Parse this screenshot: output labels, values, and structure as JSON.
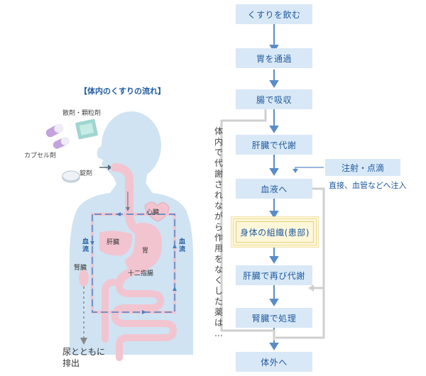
{
  "figure_title": "【体内のくすりの流れ】",
  "drug_labels": {
    "powder": "散剤・顆粒剤",
    "capsule": "カプセル剤",
    "tablet": "錠剤"
  },
  "organ_labels": {
    "heart": "心臓",
    "liver": "肝臓",
    "stomach": "胃",
    "duodenum": "十二指腸",
    "kidney": "腎臓"
  },
  "blood_flow_left": [
    "血",
    "流"
  ],
  "blood_flow_right": [
    "血",
    "流"
  ],
  "excretion_line1": "尿とともに",
  "excretion_line2": "排出",
  "flow_steps": [
    "くすりを飲む",
    "胃を通過",
    "腸で吸収",
    "肝臓で代謝",
    "血液へ",
    "身体の組織(患部)",
    "肝臓で再び代謝",
    "腎臓で処理",
    "体外へ"
  ],
  "side_vertical_text": [
    "体",
    "内",
    "で",
    "代",
    "謝",
    "さ",
    "れ",
    "な",
    "が",
    "ら",
    "作",
    "用",
    "を",
    "な",
    "く",
    "し",
    "た",
    "薬",
    "は",
    "…"
  ],
  "injection_label": "注射・点滴",
  "injection_note": "直接、血管などへ注入",
  "colors": {
    "body": "#cfe3f2",
    "accent": "#1e5aa0",
    "flow_box": "#d9e8f6",
    "arrow": "#5a8cc8",
    "gray_line": "#c8c8c8",
    "organ_pink": "#f2c4cf"
  }
}
